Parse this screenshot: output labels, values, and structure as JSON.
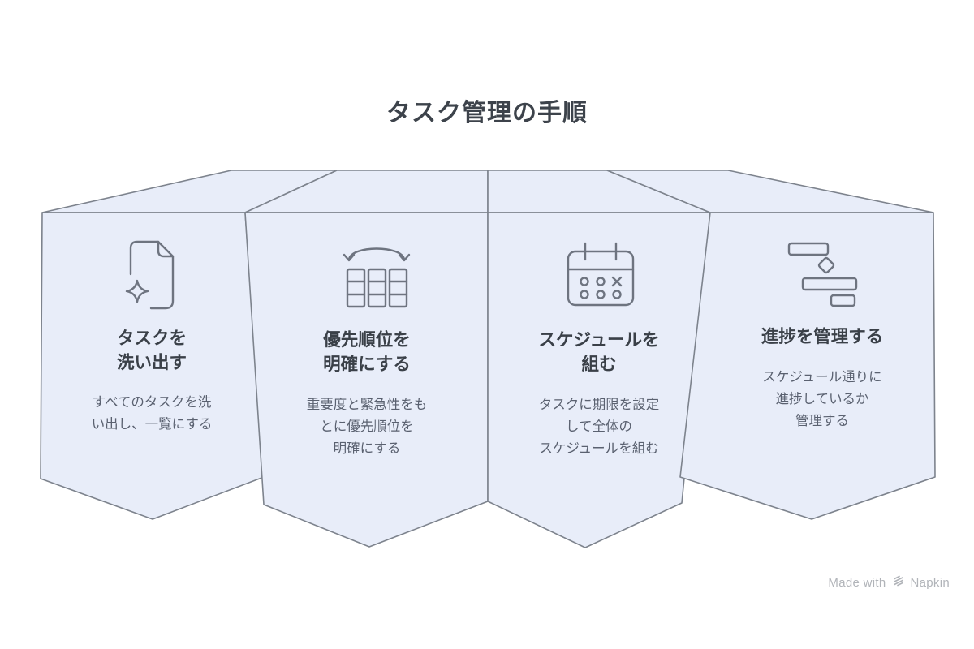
{
  "title": "タスク管理の手順",
  "panels": [
    {
      "icon": "document-sparkle-icon",
      "heading_lines": [
        "タスクを",
        "洗い出す"
      ],
      "body_lines": [
        "すべてのタスクを洗",
        "い出し、一覧にする"
      ]
    },
    {
      "icon": "priority-columns-icon",
      "heading_lines": [
        "優先順位を",
        "明確にする"
      ],
      "body_lines": [
        "重要度と緊急性をも",
        "とに優先順位を",
        "明確にする"
      ]
    },
    {
      "icon": "calendar-icon",
      "heading_lines": [
        "スケジュールを",
        "組む"
      ],
      "body_lines": [
        "タスクに期限を設定",
        "して全体の",
        "スケジュールを組む"
      ]
    },
    {
      "icon": "gantt-icon",
      "heading_lines": [
        "進捗を管理する"
      ],
      "body_lines": [
        "スケジュール通りに",
        "進捗しているか",
        "管理する"
      ]
    }
  ],
  "footer": {
    "made_with": "Made with",
    "brand": "Napkin"
  },
  "colors": {
    "panel_fill": "#e8edf9",
    "panel_stroke": "#7d838d",
    "title": "#3d434b",
    "heading": "#3a4048",
    "body": "#5a6170",
    "icon": "#6e7480",
    "footer": "#b1b4b9"
  }
}
